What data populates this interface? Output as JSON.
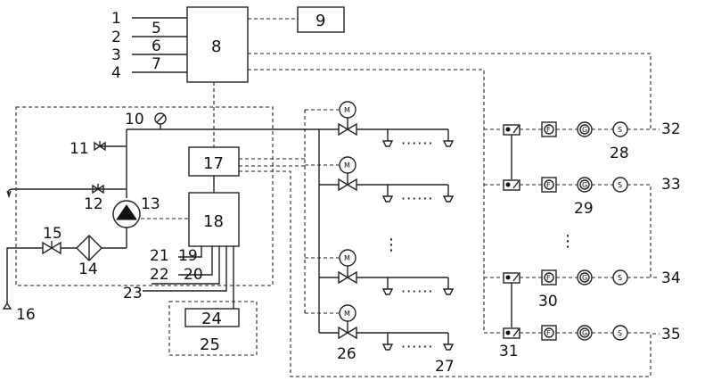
{
  "labels": {
    "l1": "1",
    "l2": "2",
    "l3": "3",
    "l4": "4",
    "l5": "5",
    "l6": "6",
    "l7": "7",
    "l8": "8",
    "l9": "9",
    "l10": "10",
    "l11": "11",
    "l12": "12",
    "l13": "13",
    "l14": "14",
    "l15": "15",
    "l16": "16",
    "l17": "17",
    "l18": "18",
    "l19": "19",
    "l20": "20",
    "l21": "21",
    "l22": "22",
    "l23": "23",
    "l24": "24",
    "l25": "25",
    "l26": "26",
    "l27": "27",
    "l28": "28",
    "l29": "29",
    "l30": "30",
    "l31": "31",
    "l32": "32",
    "l33": "33",
    "l34": "34",
    "l35": "35"
  },
  "symbols": {
    "motor": "M",
    "flow": "F",
    "gauge": "G",
    "sensor": "S",
    "ellipsis_h": "······",
    "ellipsis_v": "⋮"
  }
}
